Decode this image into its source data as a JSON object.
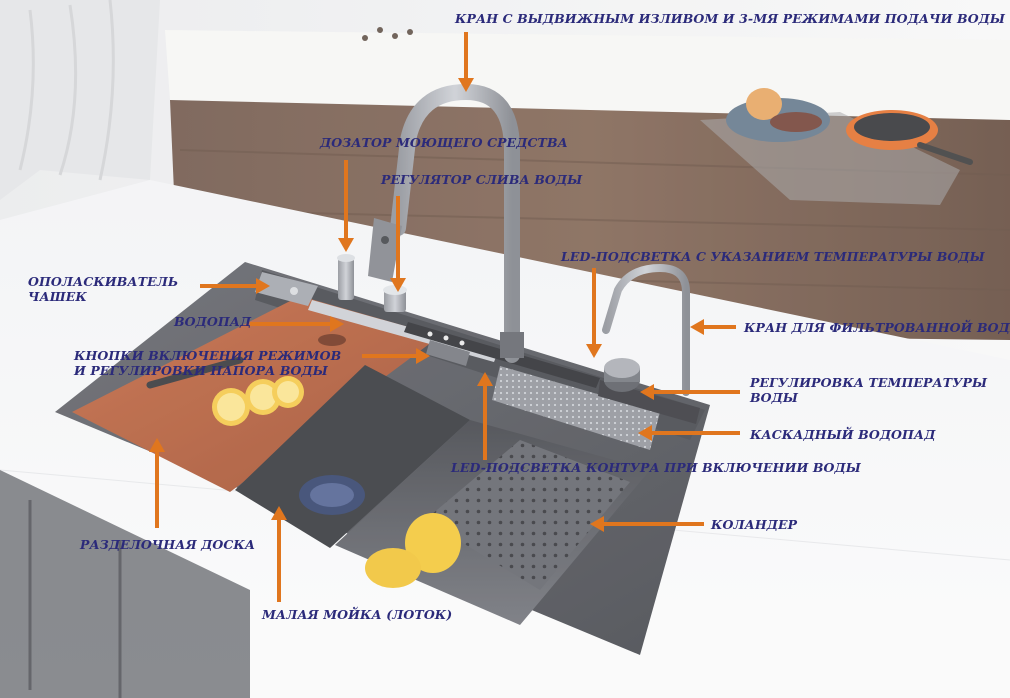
{
  "colors": {
    "label_text": "#2b2a7a",
    "arrow": "#e0761e",
    "countertop": "#f4f5f7",
    "sink_steel": "#4a4c52",
    "cutting_board": "#b4552e",
    "cabinet_wood": "#6b4d3c"
  },
  "labels": {
    "faucet": "КРАН С ВЫДВИЖНЫМ ИЗЛИВОМ И 3-МЯ РЕЖИМАМИ ПОДАЧИ ВОДЫ",
    "soap_dispenser": "ДОЗАТОР МОЮЩЕГО СРЕДСТВА",
    "drain_regulator": "РЕГУЛЯТОР СЛИВА ВОДЫ",
    "led_temperature": "LED-ПОДСВЕТКА С УКАЗАНИЕМ ТЕМПЕРАТУРЫ ВОДЫ",
    "cup_rinser": [
      "ОПОЛАСКИВАТЕЛЬ",
      "ЧАШЕК"
    ],
    "waterfall": "ВОДОПАД",
    "filtered_faucet": "КРАН ДЛЯ ФИЛЬТРОВАННОЙ ВОДЫ",
    "mode_buttons": [
      "КНОПКИ ВКЛЮЧЕНИЯ РЕЖИМОВ",
      "И РЕГУЛИРОВКИ НАПОРА ВОДЫ"
    ],
    "temperature_control": [
      "РЕГУЛИРОВКА ТЕМПЕРАТУРЫ",
      "ВОДЫ"
    ],
    "cascade_waterfall": "КАСКАДНЫЙ ВОДОПАД",
    "led_contour": "LED-ПОДСВЕТКА КОНТУРА ПРИ ВКЛЮЧЕНИИ ВОДЫ",
    "colander": "КОЛАНДЕР",
    "cutting_board": "РАЗДЕЛОЧНАЯ ДОСКА",
    "small_sink": "МАЛАЯ МОЙКА (ЛОТОК)"
  }
}
